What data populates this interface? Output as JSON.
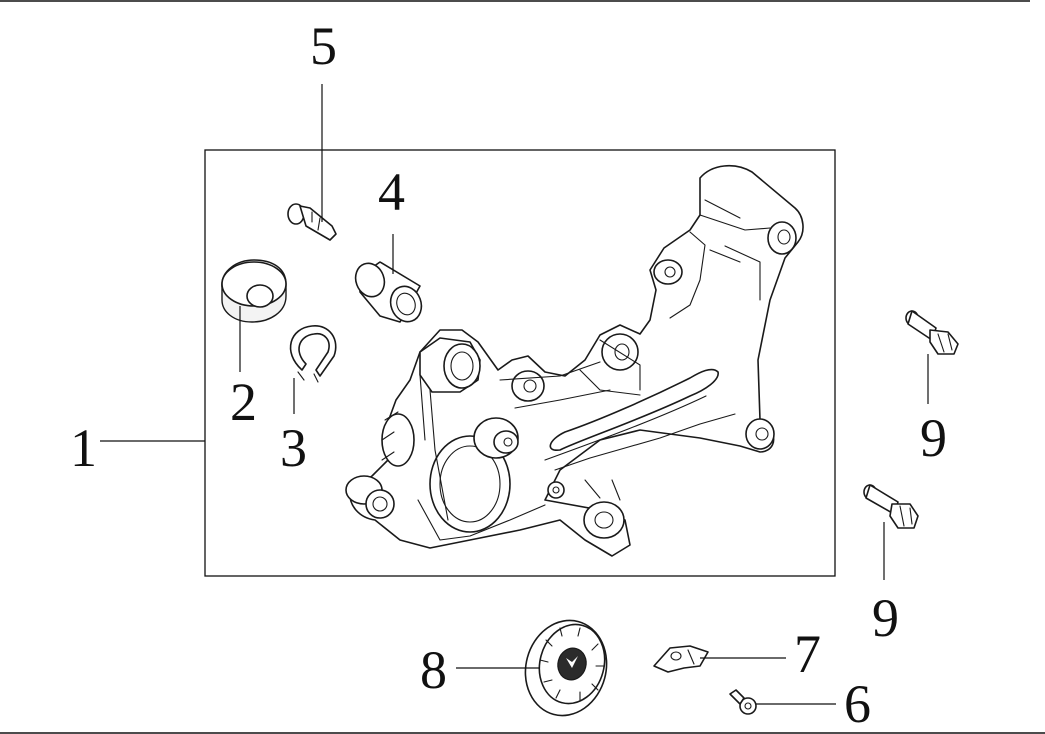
{
  "callouts": [
    {
      "id": "1",
      "text": "1"
    },
    {
      "id": "2",
      "text": "2"
    },
    {
      "id": "3",
      "text": "3"
    },
    {
      "id": "4",
      "text": "4"
    },
    {
      "id": "5",
      "text": "5"
    },
    {
      "id": "6",
      "text": "6"
    },
    {
      "id": "7",
      "text": "7"
    },
    {
      "id": "8",
      "text": "8"
    },
    {
      "id": "9a",
      "text": "9"
    },
    {
      "id": "9b",
      "text": "9"
    }
  ],
  "colors": {
    "line": "#111111",
    "background": "#ffffff"
  }
}
